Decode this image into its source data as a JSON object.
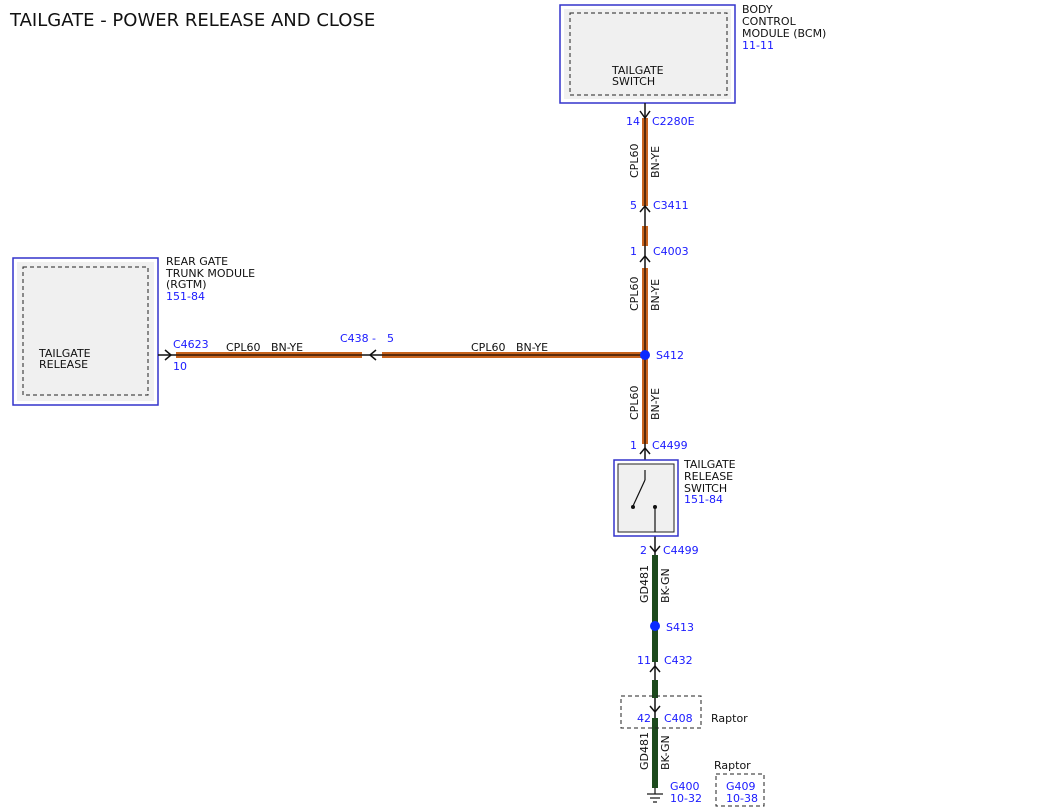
{
  "title": "TAILGATE - POWER RELEASE AND CLOSE",
  "colors": {
    "link": "#1a1aff",
    "module_border": "#3333cc",
    "wire_orange": "#c8641e",
    "wire_dark": "#5a2a0a",
    "wire_green": "#1d4a1d",
    "splice": "#0a2aff"
  },
  "bcm": {
    "name_1": "BODY",
    "name_2": "CONTROL",
    "name_3": "MODULE (BCM)",
    "ref": "11-11",
    "inner_1": "TAILGATE",
    "inner_2": "SWITCH"
  },
  "rgtm": {
    "name_1": "REAR GATE",
    "name_2": "TRUNK MODULE",
    "name_3": "(RGTM)",
    "ref": "151-84",
    "inner_1": "TAILGATE",
    "inner_2": "RELEASE"
  },
  "trs": {
    "name_1": "TAILGATE",
    "name_2": "RELEASE",
    "name_3": "SWITCH",
    "ref": "151-84"
  },
  "connectors": {
    "c2280e_pin": "14",
    "c2280e": "C2280E",
    "c3411_pin": "5",
    "c3411": "C3411",
    "c4003_pin": "1",
    "c4003": "C4003",
    "c4499a_pin": "1",
    "c4499a": "C4499",
    "c4499b_pin": "2",
    "c4499b": "C4499",
    "c432_pin": "11",
    "c432": "C432",
    "c408_pin": "42",
    "c408": "C408",
    "c4623": "C4623",
    "c4623_pin": "10",
    "c438": "C438",
    "c438_sep": "-",
    "c438_pin": "5"
  },
  "splices": {
    "s412": "S412",
    "s413": "S413"
  },
  "wires": {
    "cpl60": "CPL60",
    "bn_ye": "BN-YE",
    "gd481": "GD481",
    "bk_gn": "BK-GN"
  },
  "raptor_1": "Raptor",
  "raptor_2": "Raptor",
  "grounds": {
    "g400": "G400",
    "g400_ref": "10-32",
    "g409": "G409",
    "g409_ref": "10-38"
  }
}
